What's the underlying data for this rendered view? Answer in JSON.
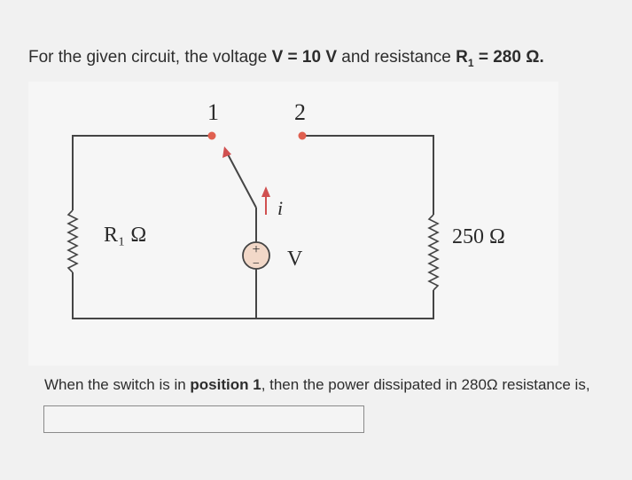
{
  "problem": {
    "prefix": "For the given circuit, the voltage ",
    "v_symbol": "V = 10 V",
    "middle": " and resistance ",
    "r_symbol": "R",
    "r_sub": "1",
    "r_value": " = 280 Ω."
  },
  "circuit": {
    "label_position_1": "1",
    "label_position_2": "2",
    "label_current": "i",
    "label_r1": "R₁ Ω",
    "label_r2": "250 Ω",
    "label_source": "V",
    "source_plus": "+",
    "source_minus": "−"
  },
  "question": {
    "prefix": "When the switch is in ",
    "emphasis": "position 1",
    "suffix": ", then the power dissipated in 280Ω resistance is,"
  },
  "answer": {
    "value": ""
  },
  "colors": {
    "wire": "#454545",
    "terminal": "#e06050",
    "arrow": "#d05050",
    "source_fill": "#f2d8c8",
    "source_stroke": "#444444"
  }
}
